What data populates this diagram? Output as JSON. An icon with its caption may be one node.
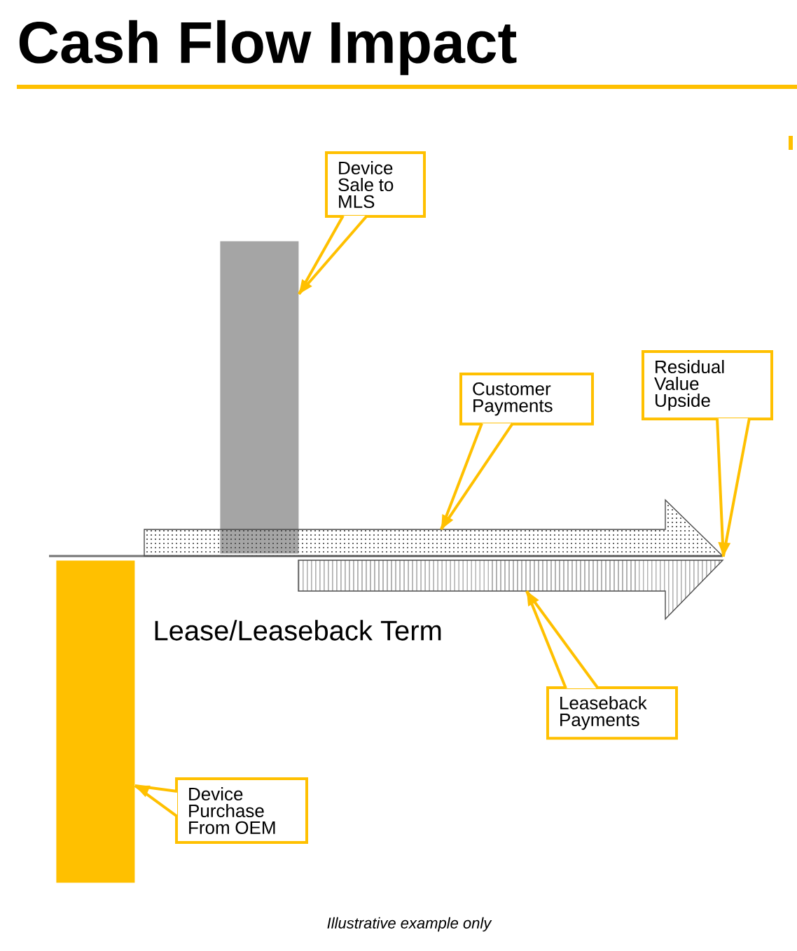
{
  "diagram": {
    "title": "Cash Flow Impact",
    "nodes": [
      {
        "text": [],
        "shape": "bar"
      },
      {
        "text": [],
        "shape": "bar"
      },
      {
        "text": [],
        "shape": "arrow"
      },
      {
        "text": [],
        "shape": "arrow"
      },
      {
        "text": [
          "Device Sale to MLS"
        ]
      },
      {
        "text": [
          "Customer Payments"
        ]
      },
      {
        "text": [
          "Residual Value Upside"
        ]
      },
      {
        "text": [
          "Leaseback Payments"
        ]
      },
      {
        "text": [
          "Device Purchase From OEM"
        ]
      }
    ],
    "edges": [
      {
        "from": 4,
        "to": 0,
        "arrow": "to"
      },
      {
        "from": 5,
        "to": 2,
        "arrow": "to"
      },
      {
        "from": 6,
        "to": 2,
        "arrow": "to"
      },
      {
        "from": 7,
        "to": 3,
        "arrow": "to"
      },
      {
        "from": 8,
        "to": 1,
        "arrow": "to"
      }
    ],
    "labels": [
      "Lease/Leaseback Term",
      "Illustrative example only"
    ]
  }
}
